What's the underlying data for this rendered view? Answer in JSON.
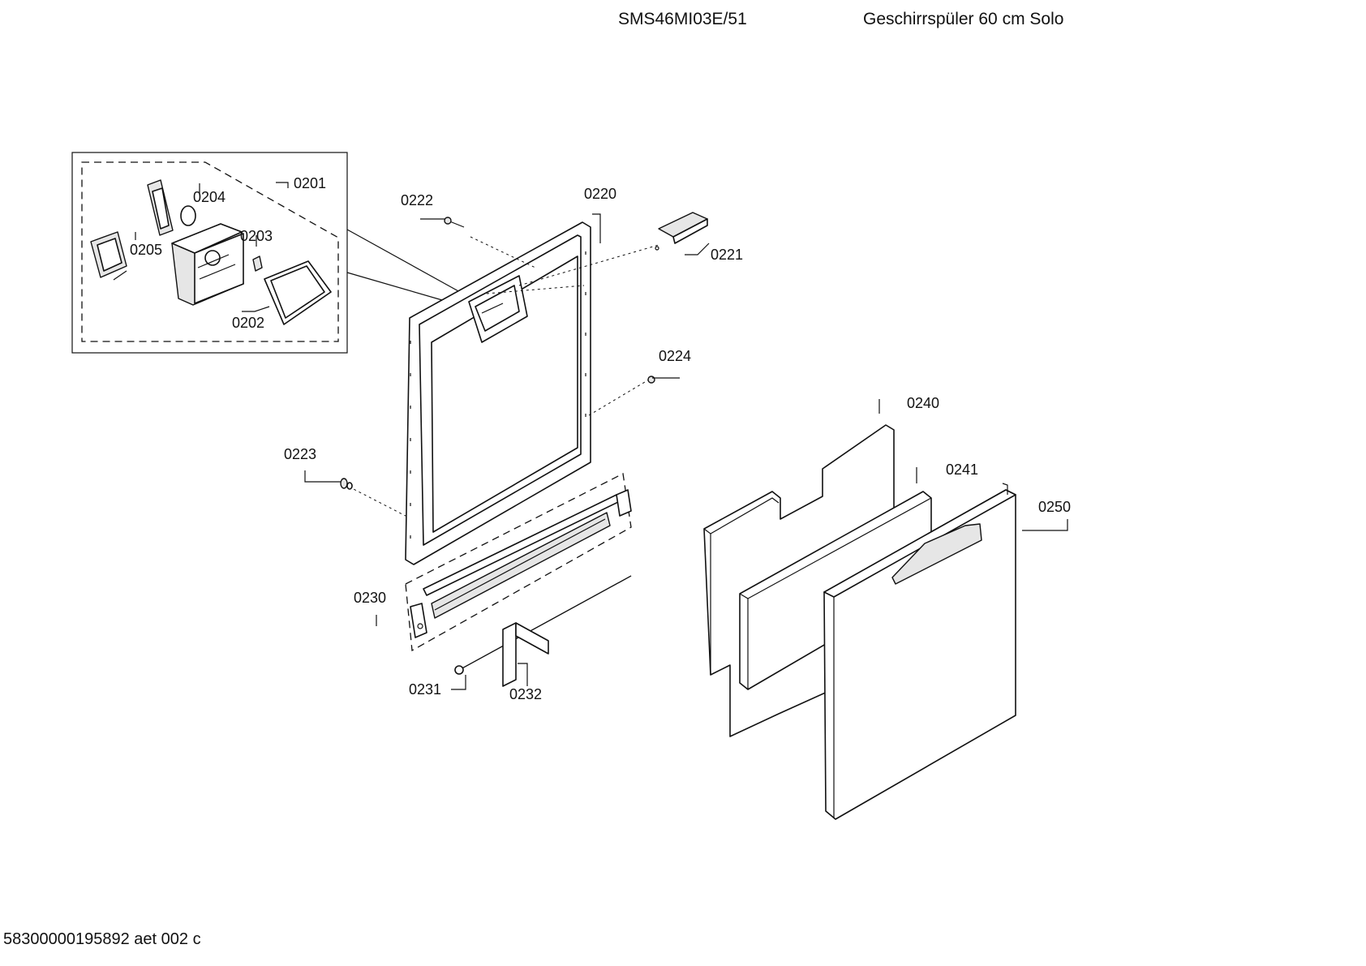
{
  "header": {
    "model": "SMS46MI03E/51",
    "description": "Geschirrspüler 60 cm Solo"
  },
  "footer": {
    "code": "58300000195892 aet 002 c"
  },
  "parts": {
    "p0201": "0201",
    "p0202": "0202",
    "p0203": "0203",
    "p0204": "0204",
    "p0205": "0205",
    "p0220": "0220",
    "p0221": "0221",
    "p0222": "0222",
    "p0223": "0223",
    "p0224": "0224",
    "p0230": "0230",
    "p0231": "0231",
    "p0232": "0232",
    "p0240": "0240",
    "p0241": "0241",
    "p0250": "0250"
  }
}
